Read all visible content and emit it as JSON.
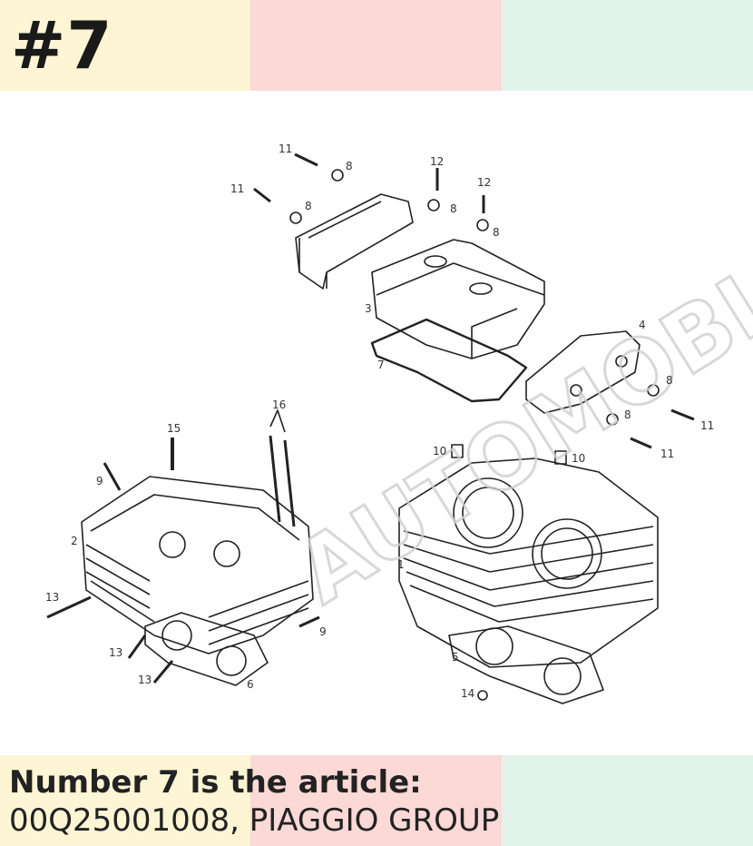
{
  "header": {
    "number_tag": "#7",
    "band_colors": [
      "#fdf5d3",
      "#fbd9d7",
      "#e2f3ec"
    ]
  },
  "diagram": {
    "watermark": "AUTOMOBIA",
    "callouts": {
      "c1": "1",
      "c2": "2",
      "c3": "3",
      "c4": "4",
      "c5": "5",
      "c6": "6",
      "c7": "7",
      "c8": "8",
      "c9": "9",
      "c10": "10",
      "c11": "11",
      "c12": "12",
      "c13": "13",
      "c14": "14",
      "c15": "15",
      "c16": "16"
    }
  },
  "caption": {
    "line1": "Number 7 is the article:",
    "line2": "00Q25001008, PIAGGIO GROUP"
  }
}
